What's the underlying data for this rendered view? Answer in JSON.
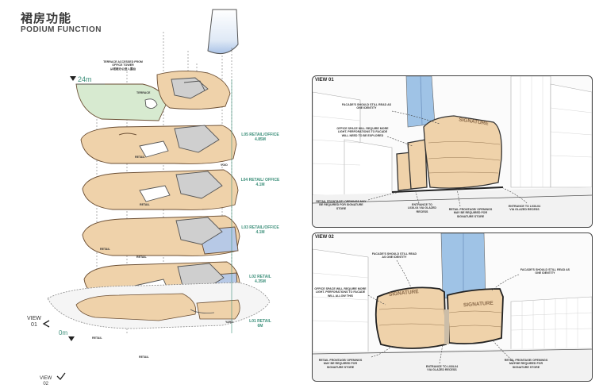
{
  "header": {
    "title_cn": "裙房功能",
    "title_en": "PODIUM FUNCTION"
  },
  "axon": {
    "terrace_note_en": "TERRACE ACCESSED FROM OFFICE TOWER",
    "terrace_note_cn": "从塔楼办公进入露台",
    "height_top": "24m",
    "height_bottom": "0m",
    "terrace_label": "TERRACE",
    "levels": [
      {
        "name": "L05 RETAIL/OFFICE",
        "height": "4.85M"
      },
      {
        "name": "L04 RETAIL/ OFFICE",
        "height": "4.1M"
      },
      {
        "name": "L03 RETAIL/OFFICE",
        "height": "4.1M"
      },
      {
        "name": "L02 RETAIL",
        "height": "4.35M"
      },
      {
        "name": "L01 RETAIL",
        "height": "6M"
      }
    ],
    "retail_labels": [
      "RETAIL",
      "RETAIL",
      "RETAIL",
      "RETAIL",
      "RETAIL",
      "RETAIL"
    ],
    "void_label": "VOID",
    "yard_label": "YARD",
    "view01_label": "VIEW\n01",
    "view02_label": "VIEW\n02"
  },
  "view01": {
    "label": "VIEW 01",
    "signature": "SIGNATURE",
    "notes": [
      "FACADE'S SHOULD STILL READ AS ONE IDENTITY",
      "OFFICE SPACE WILL REQUIRE MORE LIGHT. PERFORATIONS TO FACADE WILL NEED TO BE EXPLORED",
      "ENTRANCE TO L03/L04 VIA GLAZED RECESS",
      "RETAIL FRONTAGE/ OPENINGS MAY BE REQUIRED FOR SIGNATURE STORE",
      "RETAIL FRONTAGE/ OPENINGS MAY BE REQUIRED FOR SIGNATURE STORE",
      "ENTRANCE TO L03/L04 VIA GLAZED RECESS"
    ]
  },
  "view02": {
    "label": "VIEW 02",
    "signature_left": "SIGNATURE",
    "signature_right": "SIGNATURE",
    "notes": [
      "FACADE'S SHOULD STILL READ AS ONE IDENTITY",
      "FACADE'S SHOULD STILL READ AS ONE IDENTITY",
      "OFFICE SPACE WILL REQUIRE MORE LIGHT. PERFORATIONS TO FACADE WILL ALLOW THIS",
      "RETAIL FRONTAGE/ OPENINGS MAY BE REQUIRED FOR SIGNATURE STORE",
      "ENTRANCE TO L03/L04 VIA GLAZED RECESS",
      "RETAIL FRONTAGE/ OPENINGS MAY BE REQUIRED FOR SIGNATURE STORE"
    ]
  },
  "colors": {
    "floor": "#efd2aa",
    "floor_edge": "#7a5a3a",
    "terrace": "#d7ead0",
    "office_blue": "#b7c9e6",
    "teal_text": "#3c8f7a",
    "tower_blue": "#9fc3e6"
  }
}
